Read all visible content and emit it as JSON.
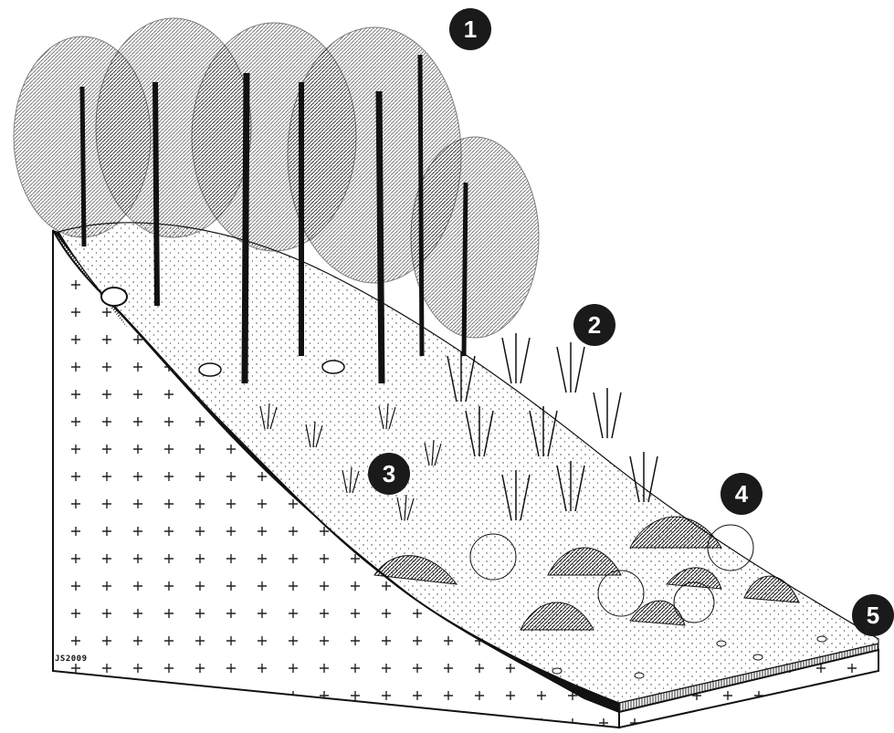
{
  "markers": [
    "1",
    "2",
    "3",
    "4",
    "5"
  ],
  "signature": "JS2009",
  "colors": {
    "ink": "#111111",
    "paper": "#ffffff",
    "marker_fill": "#1a1a1a"
  }
}
